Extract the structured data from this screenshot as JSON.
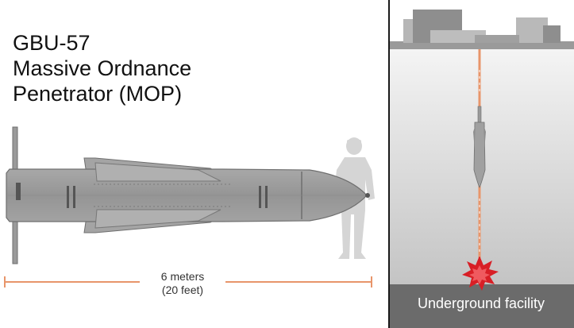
{
  "title": {
    "line1": "GBU-57",
    "line2": "Massive Ordnance",
    "line3": "Penetrator (MOP)"
  },
  "length_label": {
    "metric": "6 meters",
    "imperial": "(20 feet)"
  },
  "facility_label": "Underground facility",
  "colors": {
    "bomb_body": "#9a9a9a",
    "bomb_outline": "#6f6f6f",
    "soldier": "#d6d6d6",
    "measure_line": "#e8956a",
    "trajectory": "#e8956a",
    "explosion": "#d81f26",
    "ground_top": "#f0f0f0",
    "ground_bottom": "#c9c9c9",
    "facility_floor": "#6b6b6b",
    "divider": "#1a1a1a"
  }
}
